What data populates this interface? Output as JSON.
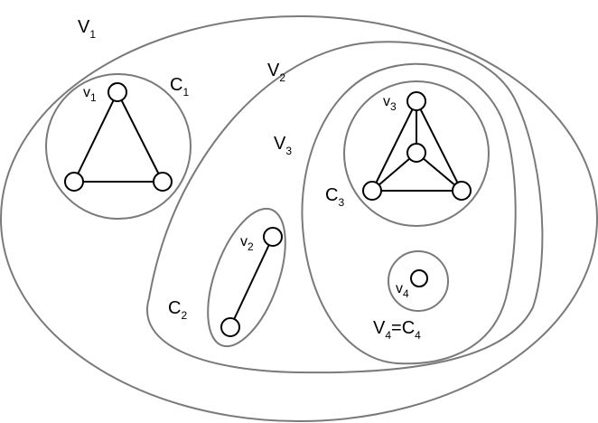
{
  "labels": {
    "V1": {
      "base": "V",
      "sub": "1"
    },
    "V2": {
      "base": "V",
      "sub": "2"
    },
    "V3": {
      "base": "V",
      "sub": "3"
    },
    "C1": {
      "base": "C",
      "sub": "1"
    },
    "C2": {
      "base": "C",
      "sub": "2"
    },
    "C3": {
      "base": "C",
      "sub": "3"
    },
    "V4C4": {
      "base1": "V",
      "sub1": "4",
      "mid": "=C",
      "sub2": "4"
    },
    "v1": {
      "base": "v",
      "sub": "1"
    },
    "v2": {
      "base": "v",
      "sub": "2"
    },
    "v3": {
      "base": "v",
      "sub": "3"
    },
    "v4": {
      "base": "v",
      "sub": "4"
    }
  },
  "colors": {
    "region_stroke": "#7a7a7a",
    "edge_stroke": "#000000",
    "node_fill": "#ffffff"
  }
}
